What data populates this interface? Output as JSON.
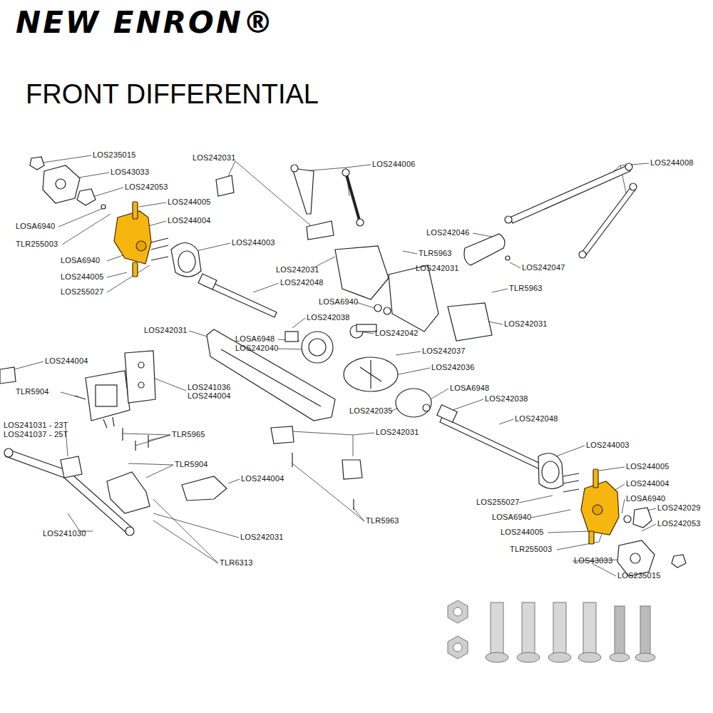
{
  "diagram": {
    "title": "FRONT DIFFERENTIAL",
    "labels": [
      "NEW ENRON®",
      "LOS235015",
      "LOS43033",
      "LOS242053",
      "LOSA6940",
      "LOS244005",
      "LOS244004",
      "TLR255003",
      "LOSA6940",
      "LOS244003",
      "LOS244005",
      "LOS255027",
      "LOS242031",
      "LOS244006",
      "LOS244008",
      "LOS242046",
      "TLR5963",
      "LOS242047",
      "LOS242031",
      "LOS242031",
      "LOS242048",
      "TLR5963",
      "LOSA6940",
      "LOS242038",
      "LOS242031",
      "LOS242042",
      "LOS242031",
      "LOSA6948",
      "LOS242040",
      "LOS242037",
      "LOS244004",
      "LOS242036",
      "LOS241036",
      "LOS244004",
      "TLR5904",
      "LOSA6948",
      "LOS242038",
      "LOS242035",
      "LOS241031 - 23T",
      "LOS241037 - 25T",
      "LOS242048",
      "TLR5965",
      "LOS242031",
      "LOS244003",
      "TLR5904",
      "LOS244004",
      "LOS244005",
      "LOS244004",
      "LOS255027",
      "LOSA6940",
      "LOSA6940",
      "LOS242029",
      "LOS242053",
      "LOS244005",
      "TLR255003",
      "LOS43033",
      "TLR5963",
      "LOS242031",
      "LOS241030",
      "TLR6313",
      "LOS235015"
    ]
  }
}
